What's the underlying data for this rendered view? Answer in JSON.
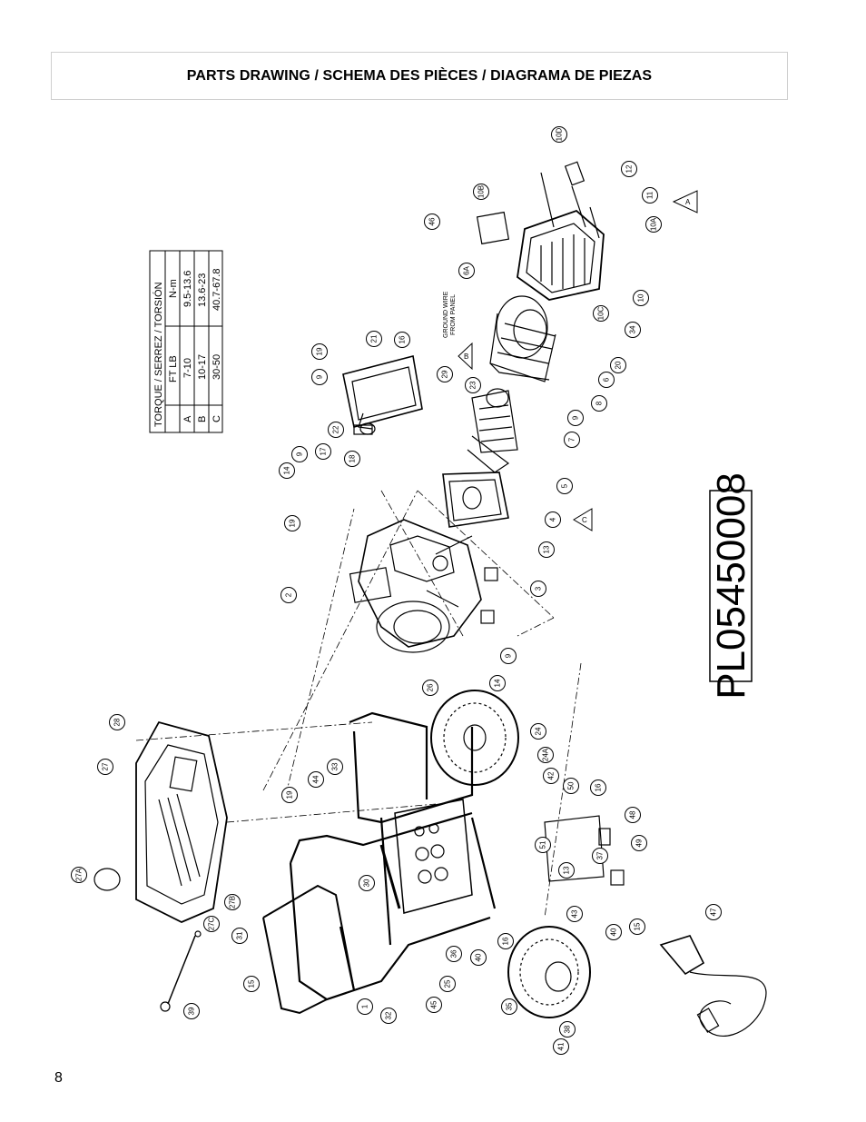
{
  "header": {
    "title": "PARTS DRAWING / SCHEMA DES PIÈCES / DIAGRAMA DE PIEZAS"
  },
  "page_number": "8",
  "torque_table": {
    "title": "TORQUE / SERREZ / TORSIÓN",
    "col_ftlb": "FT LB",
    "col_nm": "N-m",
    "rows": [
      {
        "key": "A",
        "ftlb": "7-10",
        "nm": "9.5-13.6"
      },
      {
        "key": "B",
        "ftlb": "10-17",
        "nm": "13.6-23"
      },
      {
        "key": "C",
        "ftlb": "30-50",
        "nm": "40.7-67.8"
      }
    ]
  },
  "drawing_code": "PL05450008",
  "ground_wire_line1": "GROUND WIRE",
  "ground_wire_line2": "FROM PANEL",
  "torque_markers": {
    "a": "A",
    "b": "B",
    "c": "C"
  },
  "callouts": [
    "10D",
    "10B",
    "12",
    "11",
    "10A",
    "10",
    "46",
    "6A",
    "10C",
    "34",
    "20",
    "6",
    "8",
    "9",
    "7",
    "5",
    "4",
    "13",
    "3",
    "9",
    "14",
    "2",
    "19",
    "14",
    "9",
    "17",
    "18",
    "22",
    "23",
    "29",
    "16",
    "21",
    "9",
    "19",
    "28",
    "27",
    "27A",
    "27C",
    "27B",
    "39",
    "31",
    "15",
    "30",
    "19",
    "44",
    "33",
    "26",
    "24",
    "24A",
    "42",
    "16",
    "50",
    "48",
    "49",
    "37",
    "13",
    "15",
    "40",
    "43",
    "51",
    "36",
    "40",
    "16",
    "25",
    "45",
    "32",
    "1",
    "35",
    "38",
    "41",
    "47"
  ]
}
